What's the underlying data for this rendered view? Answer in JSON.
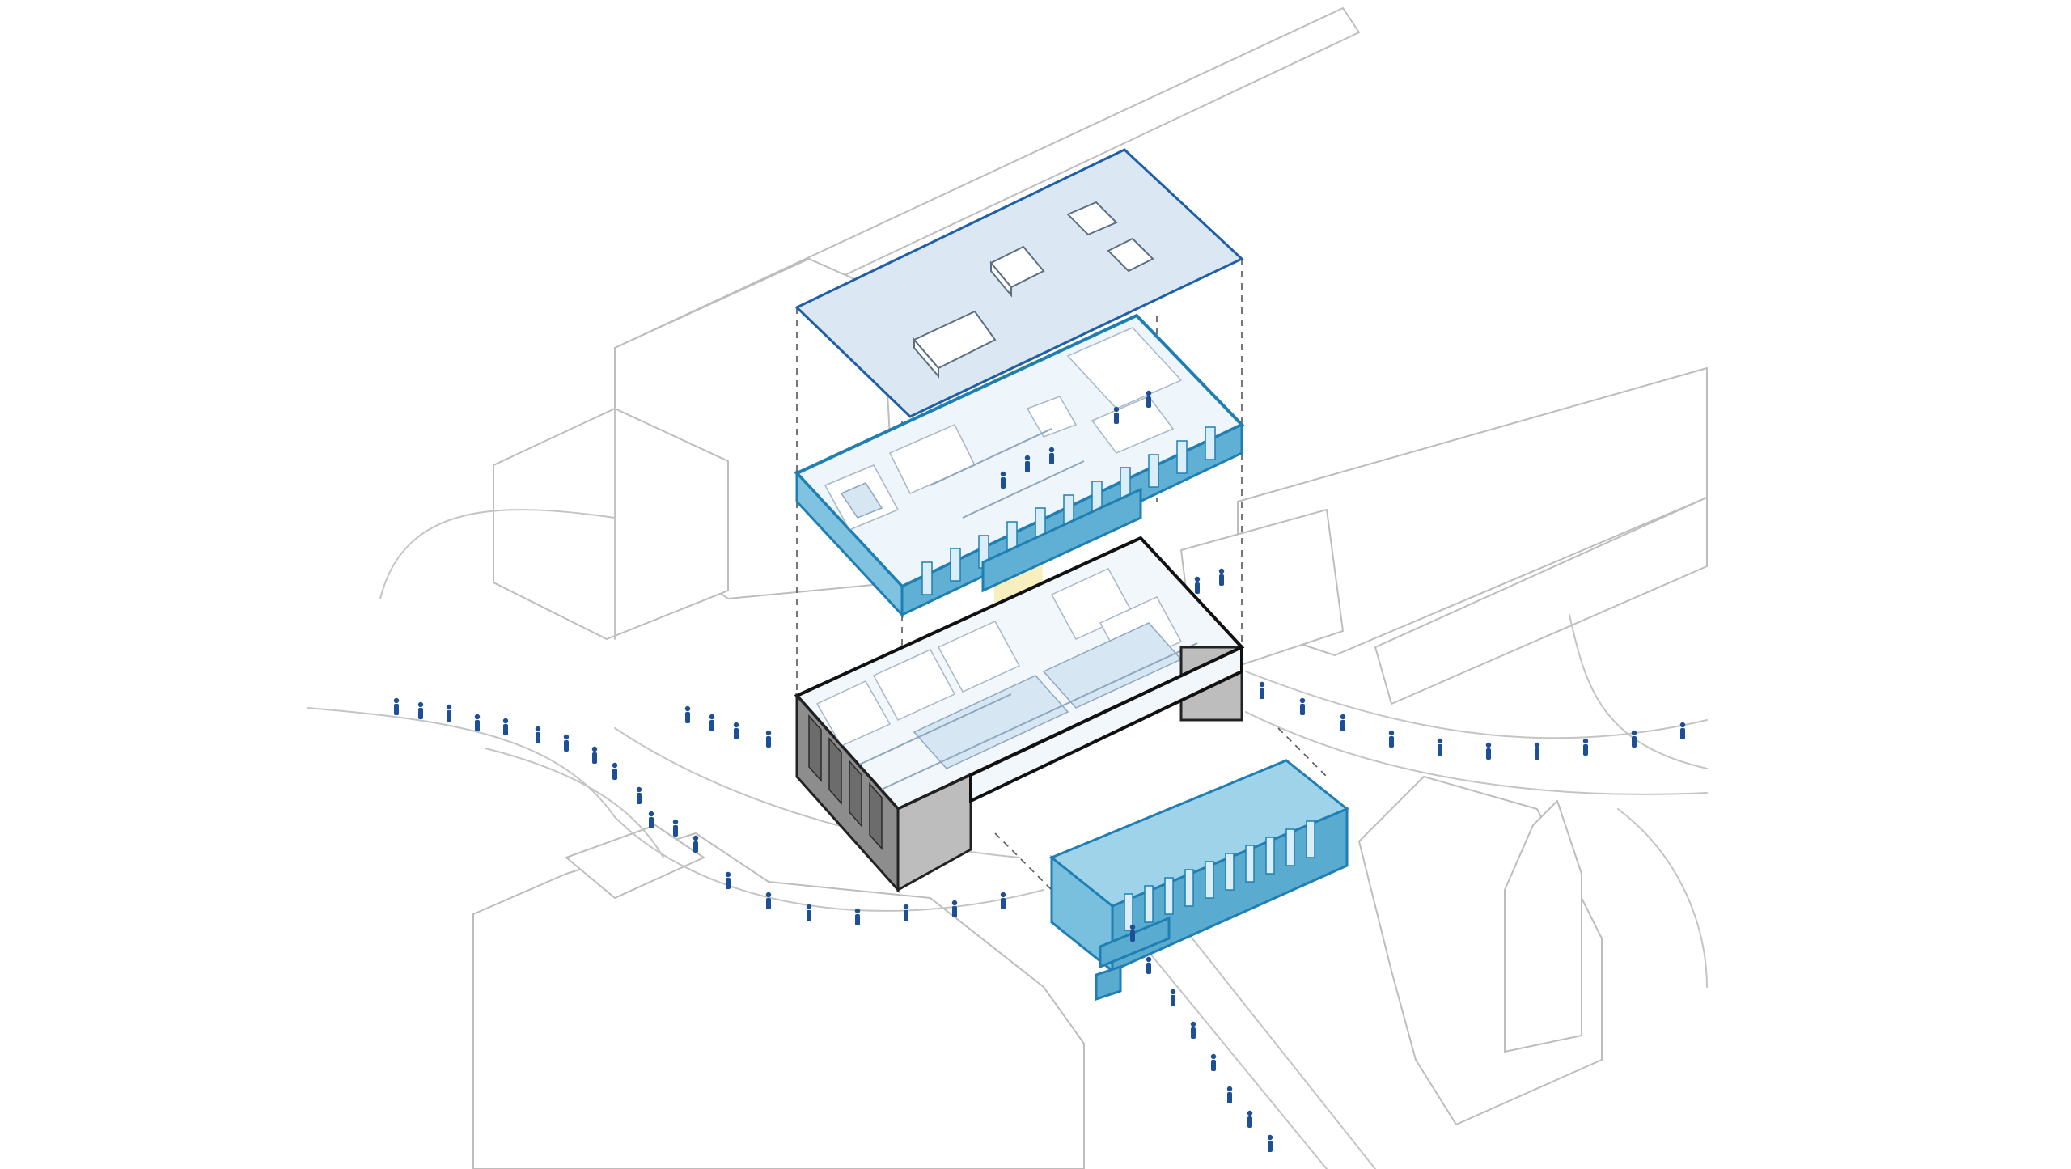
{
  "diagram": {
    "style": "exploded axonometric",
    "colors": {
      "accent_blue": "#1f7fb3",
      "roof_blue": "#dbe8f4",
      "dark_frame": "#111111",
      "atrium_yellow": "#f6e9a8",
      "people": "#1d4f96",
      "context_line": "#bdbdbd"
    },
    "layers": [
      {
        "name": "roof"
      },
      {
        "name": "upper-floor"
      },
      {
        "name": "main-floor"
      },
      {
        "name": "annex"
      }
    ]
  }
}
